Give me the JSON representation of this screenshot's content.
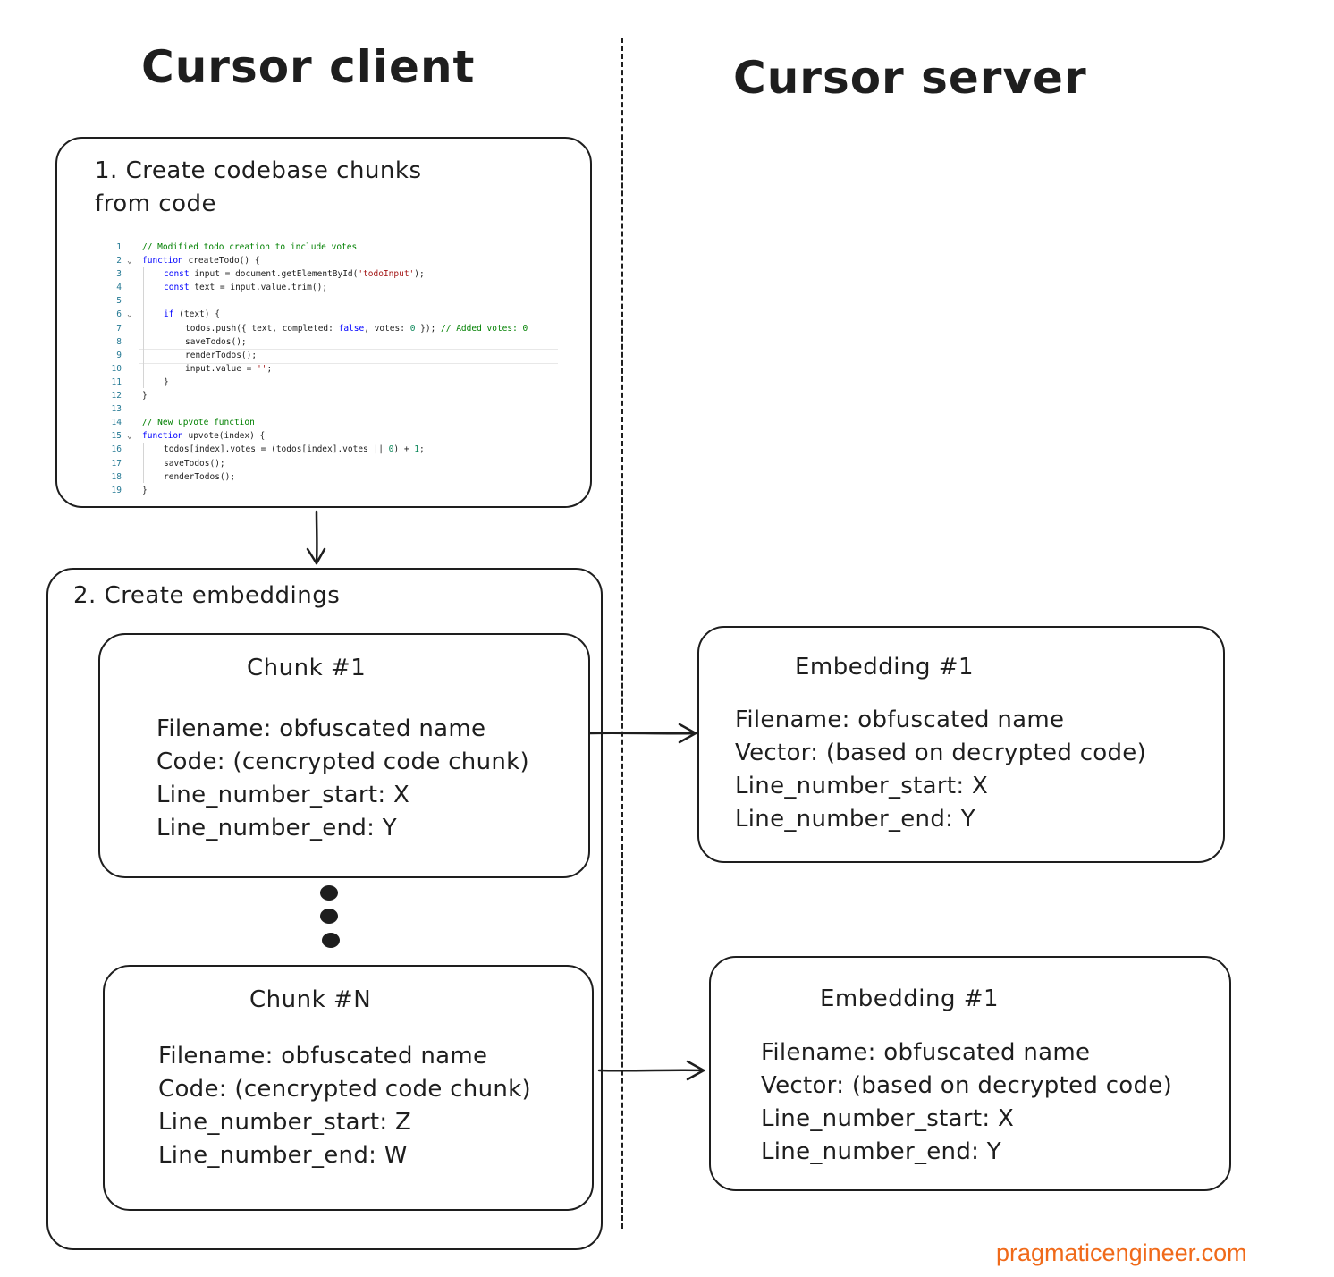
{
  "columns": {
    "client_title": "Cursor client",
    "server_title": "Cursor server"
  },
  "step1": {
    "title_line1": "1. Create codebase chunks",
    "title_line2": "from code",
    "code_lines": [
      {
        "n": "1",
        "fold": "",
        "indent": 0,
        "segments": [
          {
            "t": "// Modified todo creation to include votes",
            "c": "cmt"
          }
        ]
      },
      {
        "n": "2",
        "fold": "v",
        "indent": 0,
        "segments": [
          {
            "t": "function",
            "c": "kw"
          },
          {
            "t": " createTodo() {",
            "c": ""
          }
        ]
      },
      {
        "n": "3",
        "fold": "",
        "indent": 1,
        "segments": [
          {
            "t": "const",
            "c": "kw"
          },
          {
            "t": " input = document.getElementById(",
            "c": ""
          },
          {
            "t": "'todoInput'",
            "c": "str"
          },
          {
            "t": ");",
            "c": ""
          }
        ]
      },
      {
        "n": "4",
        "fold": "",
        "indent": 1,
        "segments": [
          {
            "t": "const",
            "c": "kw"
          },
          {
            "t": " text = input.value.trim();",
            "c": ""
          }
        ]
      },
      {
        "n": "5",
        "fold": "",
        "indent": 0,
        "segments": []
      },
      {
        "n": "6",
        "fold": "v",
        "indent": 1,
        "segments": [
          {
            "t": "if",
            "c": "kw"
          },
          {
            "t": " (text) {",
            "c": ""
          }
        ]
      },
      {
        "n": "7",
        "fold": "",
        "indent": 2,
        "segments": [
          {
            "t": "todos.push({ text, completed: ",
            "c": ""
          },
          {
            "t": "false",
            "c": "kw"
          },
          {
            "t": ", votes: ",
            "c": ""
          },
          {
            "t": "0",
            "c": "num"
          },
          {
            "t": " }); ",
            "c": ""
          },
          {
            "t": "// Added votes: 0",
            "c": "cmt"
          }
        ]
      },
      {
        "n": "8",
        "fold": "",
        "indent": 2,
        "segments": [
          {
            "t": "saveTodos();",
            "c": ""
          }
        ]
      },
      {
        "n": "9",
        "fold": "",
        "indent": 2,
        "segments": [
          {
            "t": "renderTodos();",
            "c": ""
          }
        ]
      },
      {
        "n": "10",
        "fold": "",
        "indent": 2,
        "segments": [
          {
            "t": "input.value = ",
            "c": ""
          },
          {
            "t": "''",
            "c": "str"
          },
          {
            "t": ";",
            "c": ""
          }
        ]
      },
      {
        "n": "11",
        "fold": "",
        "indent": 1,
        "segments": [
          {
            "t": "}",
            "c": ""
          }
        ]
      },
      {
        "n": "12",
        "fold": "",
        "indent": 0,
        "segments": [
          {
            "t": "}",
            "c": ""
          }
        ]
      },
      {
        "n": "13",
        "fold": "",
        "indent": 0,
        "segments": []
      },
      {
        "n": "14",
        "fold": "",
        "indent": 0,
        "segments": [
          {
            "t": "// New upvote function",
            "c": "cmt"
          }
        ]
      },
      {
        "n": "15",
        "fold": "v",
        "indent": 0,
        "segments": [
          {
            "t": "function",
            "c": "kw"
          },
          {
            "t": " upvote(index) {",
            "c": ""
          }
        ]
      },
      {
        "n": "16",
        "fold": "",
        "indent": 1,
        "segments": [
          {
            "t": "todos[index].votes = (todos[index].votes || ",
            "c": ""
          },
          {
            "t": "0",
            "c": "num"
          },
          {
            "t": ") + ",
            "c": ""
          },
          {
            "t": "1",
            "c": "num"
          },
          {
            "t": ";",
            "c": ""
          }
        ]
      },
      {
        "n": "17",
        "fold": "",
        "indent": 1,
        "segments": [
          {
            "t": "saveTodos();",
            "c": ""
          }
        ]
      },
      {
        "n": "18",
        "fold": "",
        "indent": 1,
        "segments": [
          {
            "t": "renderTodos();",
            "c": ""
          }
        ]
      },
      {
        "n": "19",
        "fold": "",
        "indent": 0,
        "segments": [
          {
            "t": "}",
            "c": ""
          }
        ]
      }
    ]
  },
  "step2": {
    "title": "2. Create embeddings"
  },
  "chunk1": {
    "title": "Chunk #1",
    "filename": "Filename: obfuscated name",
    "code": "Code: (cencrypted code chunk)",
    "line_start": "Line_number_start: X",
    "line_end": "Line_number_end: Y"
  },
  "chunkN": {
    "title": "Chunk #N",
    "filename": "Filename: obfuscated name",
    "code": "Code: (cencrypted code chunk)",
    "line_start": "Line_number_start: Z",
    "line_end": "Line_number_end: W"
  },
  "embedding1": {
    "title": "Embedding #1",
    "filename": "Filename: obfuscated name",
    "vector": "Vector: (based on decrypted code)",
    "line_start": "Line_number_start: X",
    "line_end": "Line_number_end: Y"
  },
  "embedding2": {
    "title": "Embedding #1",
    "filename": "Filename: obfuscated name",
    "vector": "Vector: (based on decrypted code)",
    "line_start": "Line_number_start: X",
    "line_end": "Line_number_end: Y"
  },
  "footer": {
    "brand": "pragmaticengineer.com",
    "brand_color": "#f06a1a"
  },
  "colors": {
    "stroke": "#1e1e1e",
    "code_comment": "#008000",
    "code_keyword": "#0000ff",
    "code_string": "#a31515",
    "code_number": "#098658",
    "code_line_number": "#237893"
  }
}
